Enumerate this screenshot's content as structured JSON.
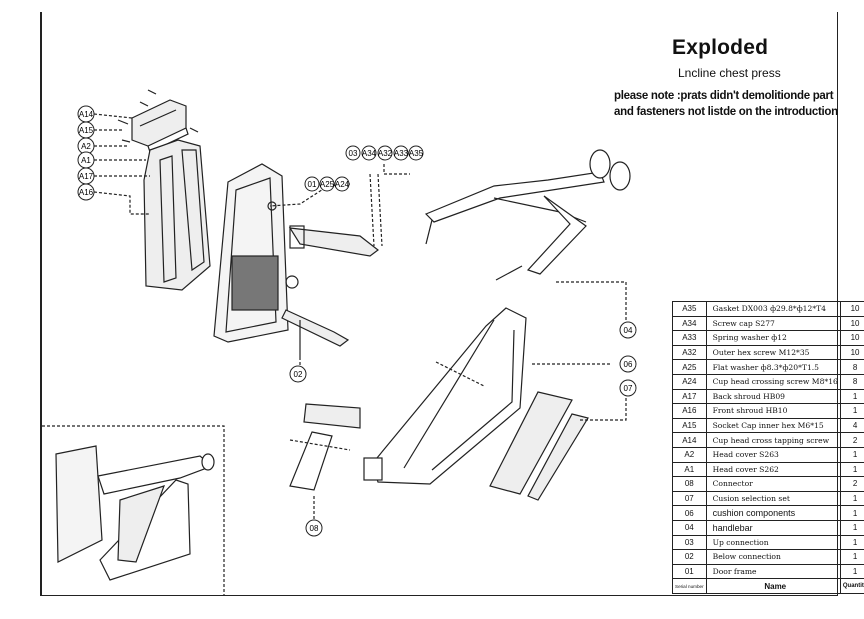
{
  "header": {
    "title": "Exploded",
    "subtitle": "Lncline chest  press",
    "note": "please note :prats didn't demolitionde part and fasteners not listde on the introduction"
  },
  "callouts": {
    "left_stack": [
      "A14",
      "A15",
      "A2",
      "A1",
      "A17",
      "A16"
    ],
    "upper_group_a": [
      "01",
      "A25",
      "A24"
    ],
    "upper_group_b": [
      "03",
      "A34",
      "A32",
      "A33",
      "A35"
    ],
    "right_side": [
      "04",
      "06",
      "07"
    ],
    "lower": [
      "02",
      "08"
    ]
  },
  "parts_table": {
    "columns": {
      "no": "Serial number",
      "name": "Name",
      "qty": "Quantity"
    },
    "rows": [
      {
        "no": "A35",
        "name": "Gasket DX003  ф29.8*ф12*T4",
        "qty": "10"
      },
      {
        "no": "A34",
        "name": "Screw cap S277",
        "qty": "10"
      },
      {
        "no": "A33",
        "name": "Spring washer ф12",
        "qty": "10"
      },
      {
        "no": "A32",
        "name": "Outer hex screw M12*35",
        "qty": "10"
      },
      {
        "no": "A25",
        "name": "Flat washer ф8.3*ф20*T1.5",
        "qty": "8"
      },
      {
        "no": "A24",
        "name": "Cup head crossing screw M8*16",
        "qty": "8"
      },
      {
        "no": "A17",
        "name": "Back shroud HB09",
        "qty": "1"
      },
      {
        "no": "A16",
        "name": "Front shroud HB10",
        "qty": "1"
      },
      {
        "no": "A15",
        "name": "Socket Cap inner hex M6*15",
        "qty": "4"
      },
      {
        "no": "A14",
        "name": "Cup head cross tapping screw",
        "qty": "2"
      },
      {
        "no": "A2",
        "name": "Head cover S263",
        "qty": "1"
      },
      {
        "no": "A1",
        "name": "Head cover S262",
        "qty": "1"
      },
      {
        "no": "08",
        "name": "Connector",
        "qty": "2"
      },
      {
        "no": "07",
        "name": "Cusion selection set",
        "qty": "1"
      },
      {
        "no": "06",
        "name": "cushion components",
        "qty": "1"
      },
      {
        "no": "04",
        "name": "handlebar",
        "qty": "1"
      },
      {
        "no": "03",
        "name": "Up connection",
        "qty": "1"
      },
      {
        "no": "02",
        "name": "Below connection",
        "qty": "1"
      },
      {
        "no": "01",
        "name": "Door frame",
        "qty": "1"
      }
    ]
  }
}
